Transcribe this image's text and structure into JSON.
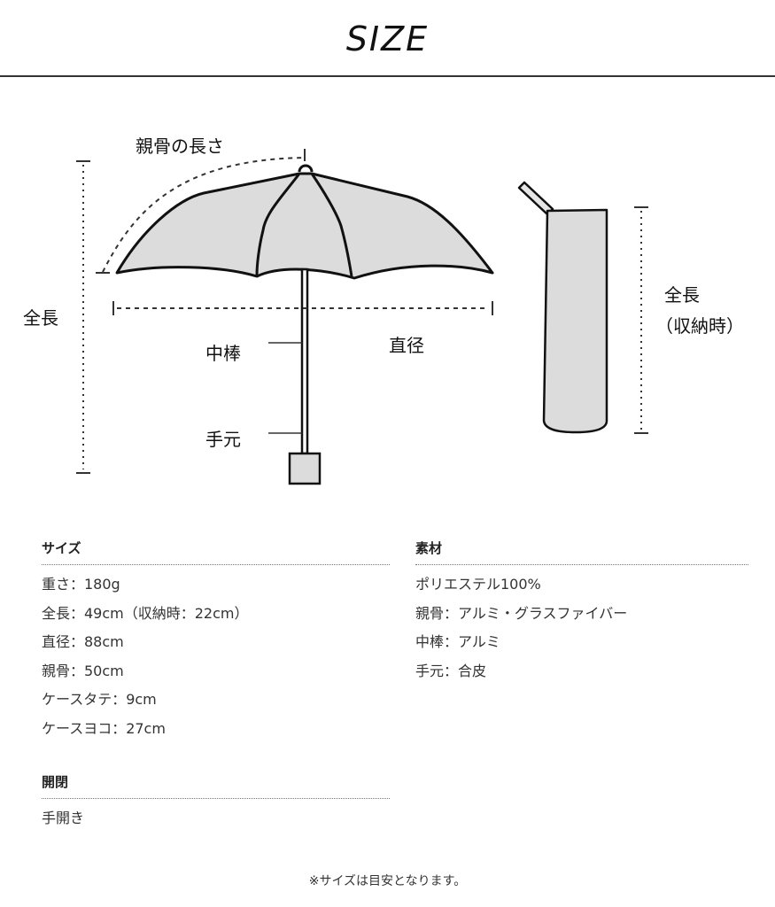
{
  "title": "SIZE",
  "diagram": {
    "labels": {
      "rib_length": "親骨の長さ",
      "total_length": "全長",
      "shaft": "中棒",
      "diameter": "直径",
      "handle": "手元",
      "folded_length_line1": "全長",
      "folded_length_line2": "（収納時）"
    },
    "colors": {
      "fill": "#dcdcdc",
      "stroke": "#111111",
      "guide": "#333333"
    }
  },
  "sections": {
    "size": {
      "heading": "サイズ",
      "items": [
        "重さ：180g",
        "全長：49cm（収納時：22cm）",
        "直径：88cm",
        "親骨：50cm",
        "ケースタテ：9cm",
        "ケースヨコ：27cm"
      ]
    },
    "opening": {
      "heading": "開閉",
      "items": [
        "手開き"
      ]
    },
    "material": {
      "heading": "素材",
      "items": [
        "ポリエステル100%",
        "親骨：アルミ・グラスファイバー",
        "中棒：アルミ",
        "手元：合皮"
      ]
    }
  },
  "footnote": "※サイズは目安となります。"
}
